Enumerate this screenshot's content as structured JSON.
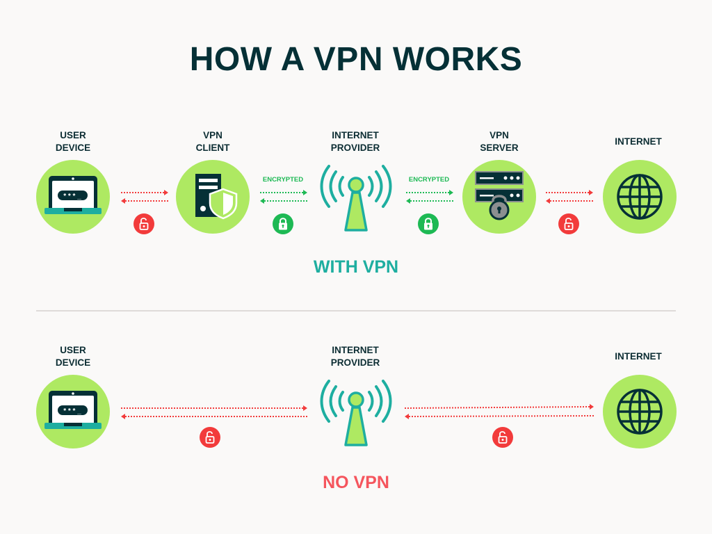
{
  "title": "HOW A VPN WORKS",
  "colors": {
    "dark": "#053036",
    "circle": "#aee962",
    "teal": "#1eaea0",
    "encrypted_green": "#1db954",
    "unencrypted_red": "#f23b3b",
    "with_vpn": "#1eaea0",
    "no_vpn": "#f5555d"
  },
  "with_vpn": {
    "label": "WITH VPN",
    "nodes": [
      {
        "line1": "USER",
        "line2": "DEVICE",
        "icon": "laptop-password-icon"
      },
      {
        "line1": "VPN",
        "line2": "CLIENT",
        "icon": "server-shield-icon"
      },
      {
        "line1": "INTERNET",
        "line2": "PROVIDER",
        "icon": "antenna-tower-icon"
      },
      {
        "line1": "VPN",
        "line2": "SERVER",
        "icon": "server-rack-lock-icon"
      },
      {
        "line1": "INTERNET",
        "line2": "",
        "icon": "globe-icon"
      }
    ],
    "links": [
      {
        "status": "unencrypted",
        "label": "",
        "lock": "unlocked-icon"
      },
      {
        "status": "encrypted",
        "label": "ENCRYPTED",
        "lock": "locked-icon"
      },
      {
        "status": "encrypted",
        "label": "ENCRYPTED",
        "lock": "locked-icon"
      },
      {
        "status": "unencrypted",
        "label": "",
        "lock": "unlocked-icon"
      }
    ]
  },
  "no_vpn": {
    "label": "NO VPN",
    "nodes": [
      {
        "line1": "USER",
        "line2": "DEVICE",
        "icon": "laptop-password-icon"
      },
      {
        "line1": "INTERNET",
        "line2": "PROVIDER",
        "icon": "antenna-tower-icon"
      },
      {
        "line1": "INTERNET",
        "line2": "",
        "icon": "globe-icon"
      }
    ],
    "links": [
      {
        "status": "unencrypted",
        "lock": "unlocked-icon"
      },
      {
        "status": "unencrypted",
        "lock": "unlocked-icon"
      }
    ]
  },
  "laptop_screen_text": "***_"
}
